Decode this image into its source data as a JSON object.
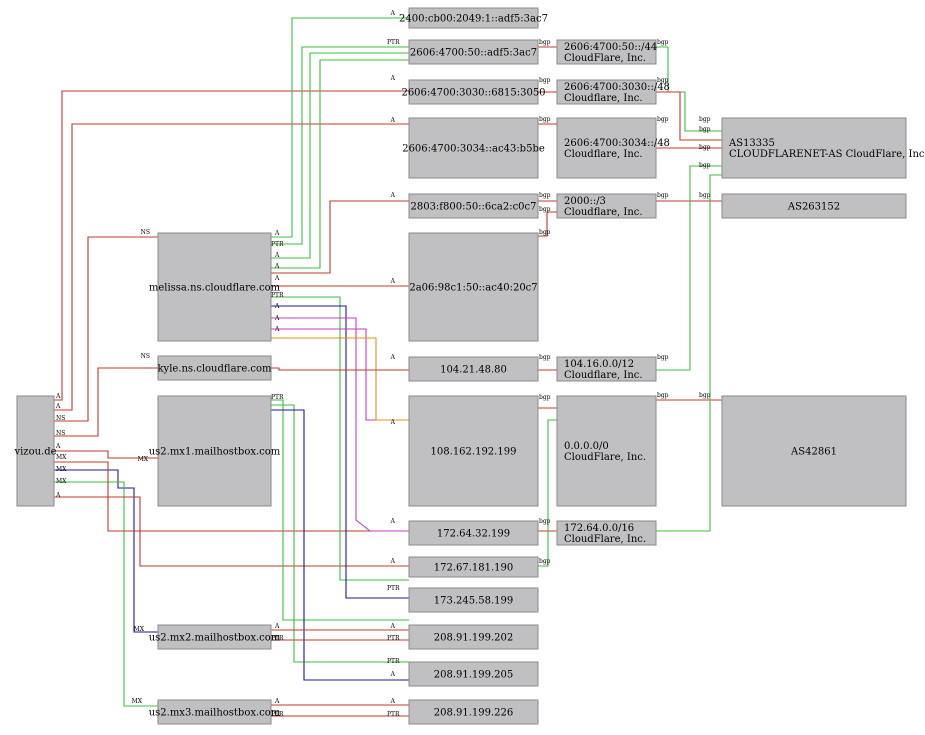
{
  "colors": {
    "red": "#c0392b",
    "green": "#3cbf3c",
    "blue": "#1a1a9e",
    "magenta": "#c43cc4",
    "orange": "#d8941e",
    "node_fill": "#c0bfc1",
    "node_border": "#8a8a8a"
  },
  "nodes": {
    "vizou": "vizou.de",
    "melissa": "melissa.ns.cloudflare.com",
    "kyle": "kyle.ns.cloudflare.com",
    "mx1": "us2.mx1.mailhostbox.com",
    "mx2": "us2.mx2.mailhostbox.com",
    "mx3": "us2.mx3.mailhostbox.com",
    "ip2400": "2400:cb00:2049:1::adf5:3ac7",
    "ip2606adf5": "2606:4700:50::adf5:3ac7",
    "ip3030": "2606:4700:3030::6815:3050",
    "ip3034": "2606:4700:3034::ac43:b5be",
    "ip2803": "2803:f800:50::6ca2:c0c7",
    "ip2a06": "2a06:98c1:50::ac40:20c7",
    "ip10421": "104.21.48.80",
    "ip108": "108.162.192.199",
    "ip17264": "172.64.32.199",
    "ip17267": "172.67.181.190",
    "ip173": "173.245.58.199",
    "ip202": "208.91.199.202",
    "ip205": "208.91.199.205",
    "ip226": "208.91.199.226",
    "pfx44_l1": "2606:4700:50::/44",
    "pfx44_l2": "CloudFlare, Inc.",
    "pfx48a_l1": "2606:4700:3030::/48",
    "pfx48a_l2": "Cloudflare, Inc.",
    "pfx48b_l1": "2606:4700:3034::/48",
    "pfx48b_l2": "Cloudflare, Inc.",
    "pfx2000_l1": "2000::/3",
    "pfx2000_l2": "Cloudflare, Inc.",
    "pfx104_l1": "104.16.0.0/12",
    "pfx104_l2": "Cloudflare, Inc.",
    "pfx0_l1": "0.0.0.0/0",
    "pfx0_l2": "CloudFlare, Inc.",
    "pfx172_l1": "172.64.0.0/16",
    "pfx172_l2": "CloudFlare, Inc.",
    "as13335_l1": "AS13335",
    "as13335_l2": "CLOUDFLARENET-AS CloudFlare, Inc.",
    "as263152": "AS263152",
    "as42861": "AS42861"
  },
  "edge_types": [
    "A",
    "NS",
    "MX",
    "PTR",
    "bgp"
  ]
}
